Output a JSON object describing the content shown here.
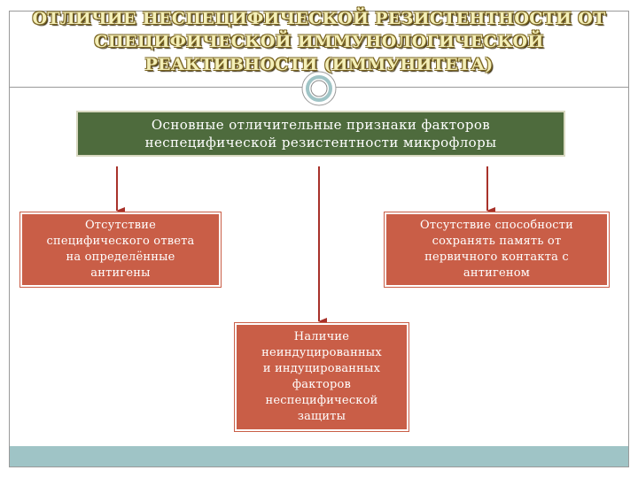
{
  "slide": {
    "title_lines": [
      "ОТЛИЧИЕ НЕСПЕЦИФИЧЕСКОЙ РЕЗИСТЕНТНОСТИ ОТ",
      "СПЕЦИФИЧЕСКОЙ ИММУНОЛОГИЧЕСКОЙ",
      "РЕАКТИВНОСТИ (ИММУНИТЕТА)"
    ]
  },
  "diagram": {
    "main_box": {
      "lines": [
        "Основные отличительные признаки факторов",
        "неспецифической резистентности микрофлоры"
      ]
    },
    "left_box": {
      "lines": [
        "Отсутствие",
        "специфического ответа",
        "на определённые",
        "антигены"
      ]
    },
    "right_box": {
      "lines": [
        "Отсутствие способности",
        "сохранять память от",
        "первичного контакта с",
        "антигеном"
      ]
    },
    "middle_box": {
      "lines": [
        "Наличие",
        "неиндуцированных",
        "и индуцированных",
        "факторов",
        "неспецифической",
        "защиты"
      ]
    }
  },
  "colors": {
    "main_box": "#4e6b3d",
    "child_box": "#c95e47",
    "arrow": "#a8322a",
    "footer_bar": "#9fc4c6"
  }
}
